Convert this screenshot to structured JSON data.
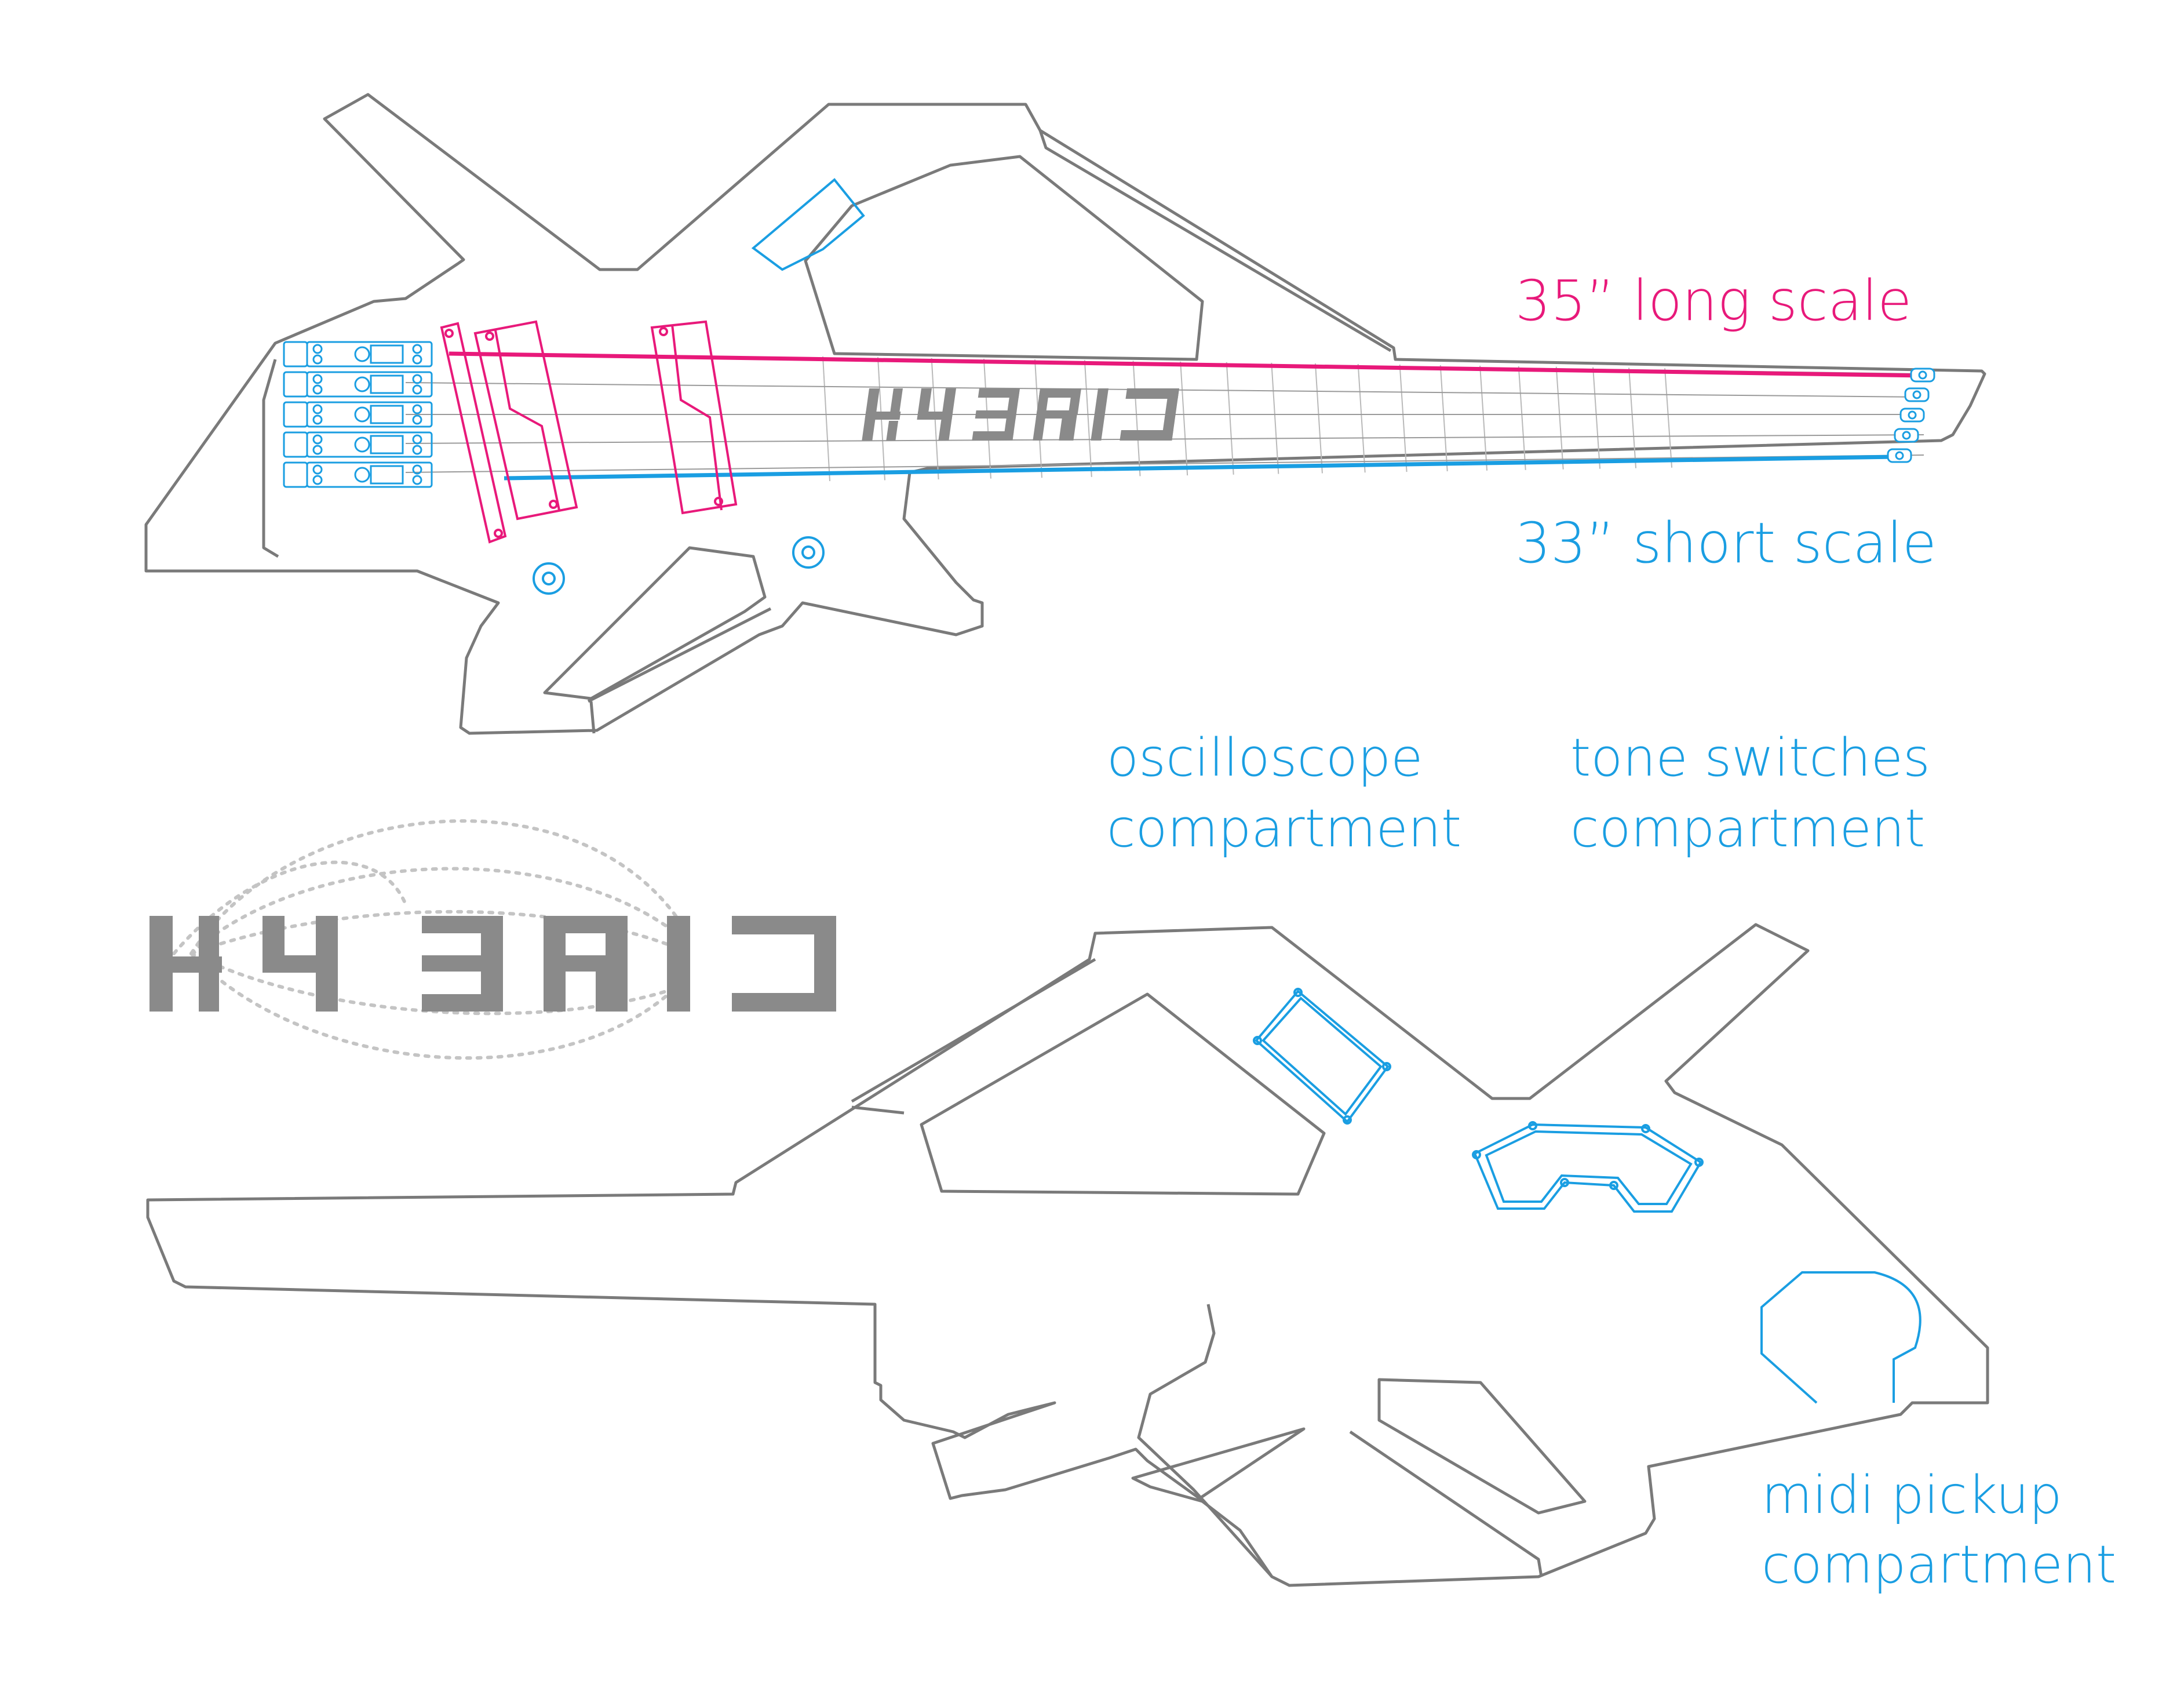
{
  "colors": {
    "outline": "#7a7a7a",
    "pink": "#e8197a",
    "blue": "#1a9ee2",
    "logo": "#8a8a8a",
    "fret": "#b9b9b9",
    "dotted": "#c4c4c4"
  },
  "labels": {
    "long_scale": "35”   long   scale",
    "short_scale": "33”   short   scale",
    "oscilloscope_line1": "oscilloscope",
    "oscilloscope_line2": "compartment",
    "tone_line1": "tone switches",
    "tone_line2": "compartment",
    "midi_line1": "midi pickup",
    "midi_line2": "compartment"
  },
  "logo_text": "HYBRID",
  "tuner_count": 5,
  "fret_count": 20
}
